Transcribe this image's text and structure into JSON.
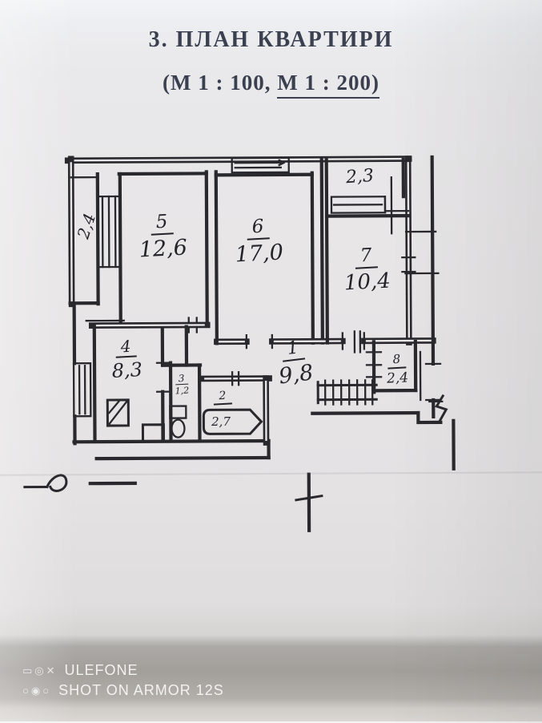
{
  "page": {
    "title": "3. ПЛАН КВАРТИРИ",
    "subtitle_left": "(М 1 : 100,",
    "subtitle_right": "М 1 : 200)"
  },
  "plan": {
    "rooms": [
      {
        "num": "5",
        "area": "12,6"
      },
      {
        "num": "6",
        "area": "17,0"
      },
      {
        "num": "7",
        "area": "10,4"
      },
      {
        "num": "4",
        "area": "8,3"
      },
      {
        "num": "1",
        "area": "9,8"
      },
      {
        "num": "8",
        "area": "2,4"
      },
      {
        "num": "2",
        "area": "2,7"
      },
      {
        "num": "3",
        "area": "1,2"
      }
    ],
    "balcony_left_area": "2,4",
    "balcony_top_area": "2,3"
  },
  "watermark": {
    "icons_line1": "▭◎✕",
    "brand": "ULEFONE",
    "icons_line2": "○◉○",
    "device": "SHOT ON ARMOR 12S"
  },
  "colors": {
    "ink": "#28282d",
    "paper": "#e7e5e6",
    "photo_band": "#a29f9b",
    "watermark_text": "#f9f9f6"
  }
}
